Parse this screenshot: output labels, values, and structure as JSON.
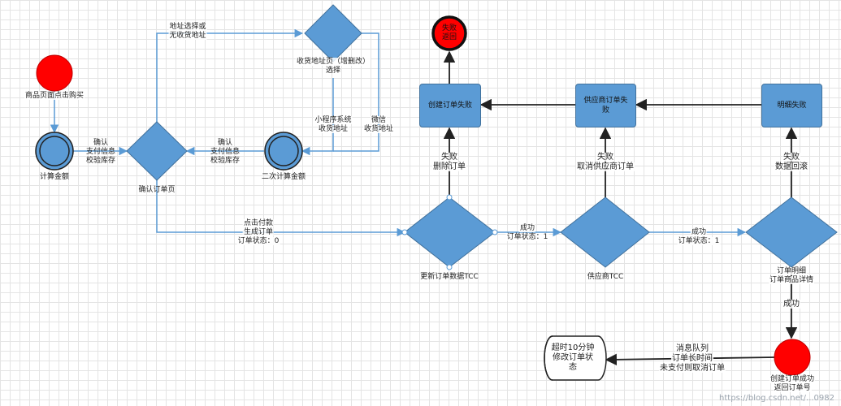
{
  "colors": {
    "node_fill": "#5b9bd5",
    "node_stroke": "#41719c",
    "terminal_red": "#ff0000",
    "edge": "#5b9bd5",
    "edge_dark": "#222222"
  },
  "nodes": {
    "start": "商品页面点击购买",
    "calc_total": "计算金额",
    "confirm_order": "确认订单页",
    "address_page": [
      "收货地址页（增删改）",
      "选择"
    ],
    "recalc_total": "二次计算金额",
    "update_tcc": "更新订单数据TCC",
    "create_fail": "创建订单失败",
    "create_fail_end": [
      "失败",
      "返回"
    ],
    "supplier_tcc": "供应商TCC",
    "supplier_fail": [
      "供应商订单失",
      "败"
    ],
    "detail_tcc": [
      "订单明细",
      "订单商品详情"
    ],
    "detail_fail": "明细失败",
    "create_success": [
      "创建订单成功",
      "返回订单号"
    ],
    "timeout_store": [
      "超时10分钟",
      "修改订单状",
      "态"
    ]
  },
  "edges": {
    "calc_to_confirm": [
      "确认",
      "支付信息",
      "校验库存"
    ],
    "recalc_to_confirm": [
      "确认",
      "支付信息",
      "校验库存"
    ],
    "confirm_to_address": [
      "地址选择或",
      "无收货地址"
    ],
    "mini_program": [
      "小程序系统",
      "收货地址"
    ],
    "wechat": [
      "微信",
      "收货地址"
    ],
    "pay": [
      "点击付款",
      "生成订单",
      "订单状态：0"
    ],
    "tcc_success": [
      "成功",
      "订单状态：1"
    ],
    "supplier_success": [
      "成功",
      "订单状态：1"
    ],
    "tcc_fail": [
      "失败",
      "删除订单"
    ],
    "supplier_fail": [
      "失败",
      "取消供应商订单"
    ],
    "detail_fail": [
      "失败",
      "数据回滚"
    ],
    "detail_success": "成功",
    "queue": [
      "消息队列",
      "订单长时间",
      "未支付则取消订单"
    ]
  },
  "watermark": "https://blog.csdn.net/...0982"
}
